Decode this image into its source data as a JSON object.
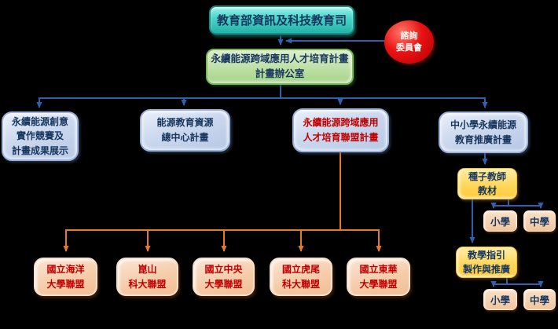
{
  "nodes": {
    "root": {
      "label": "教育部資訊及科技教育司"
    },
    "advisory": {
      "lines": [
        "諮詢",
        "委員會"
      ]
    },
    "office": {
      "lines": [
        "永續能源跨域應用人才培育計畫",
        "計畫辦公室"
      ]
    },
    "level2": [
      {
        "id": "creative-competition",
        "lines": [
          "永續能源創意",
          "實作競賽及",
          "計畫成果展示"
        ]
      },
      {
        "id": "resource-center",
        "lines": [
          "能源教育資源",
          "總中心計畫"
        ]
      },
      {
        "id": "alliance-program",
        "lines": [
          "永續能源跨域應用",
          "人才培育聯盟計畫"
        ],
        "emphasized": true
      },
      {
        "id": "school-promotion",
        "lines": [
          "中小學永續能源",
          "教育推廣計畫"
        ]
      }
    ],
    "seed_materials": {
      "lines": [
        "種子教師",
        "教材"
      ]
    },
    "teaching_guide": {
      "lines": [
        "教學指引",
        "製作與推廣"
      ]
    },
    "school_row_1": {
      "elementary": "小學",
      "secondary": "中學"
    },
    "school_row_2": {
      "elementary": "小學",
      "secondary": "中學"
    },
    "alliances": [
      {
        "lines": [
          "國立海洋",
          "大學聯盟"
        ]
      },
      {
        "lines": [
          "崑山",
          "科大聯盟"
        ]
      },
      {
        "lines": [
          "國立中央",
          "大學聯盟"
        ]
      },
      {
        "lines": [
          "國立虎尾",
          "科大聯盟"
        ]
      },
      {
        "lines": [
          "國立東華",
          "大學聯盟"
        ]
      }
    ]
  },
  "colors": {
    "background": "#000000",
    "connector_blue": "#3060AE",
    "connector_orange": "#E87A22",
    "root_fill": "#35C4B8",
    "office_fill": "#B6DB9B",
    "level2_fill": "#C9D6EC",
    "yellow_fill": "#FFD75C",
    "school_fill": "#F0C59E",
    "alliance_fill": "#F5CBA8",
    "advisory_fill": "#DC1010",
    "text_navy": "#17365D",
    "text_red": "#C00000",
    "text_white": "#FFFFFF"
  }
}
